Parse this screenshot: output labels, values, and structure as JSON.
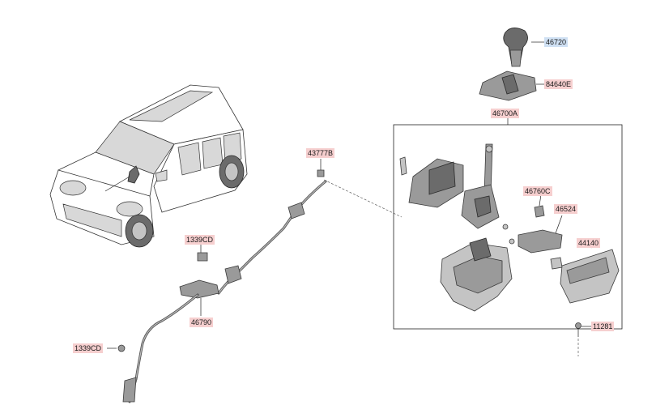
{
  "diagram": {
    "callouts": [
      {
        "id": "46720",
        "label": "46720"
      },
      {
        "id": "84640E",
        "label": "84640E"
      },
      {
        "id": "46700A",
        "label": "46700A"
      },
      {
        "id": "46760C",
        "label": "46760C"
      },
      {
        "id": "46524",
        "label": "46524"
      },
      {
        "id": "44140",
        "label": "44140"
      },
      {
        "id": "11281",
        "label": "11281"
      },
      {
        "id": "43777B",
        "label": "43777B"
      },
      {
        "id": "1339CD_upper",
        "label": "1339CD"
      },
      {
        "id": "46790",
        "label": "46790"
      },
      {
        "id": "1339CD_lower",
        "label": "1339CD"
      }
    ],
    "highlight_color": "#cfe0f3",
    "callout_color": "#f6cfcf"
  }
}
